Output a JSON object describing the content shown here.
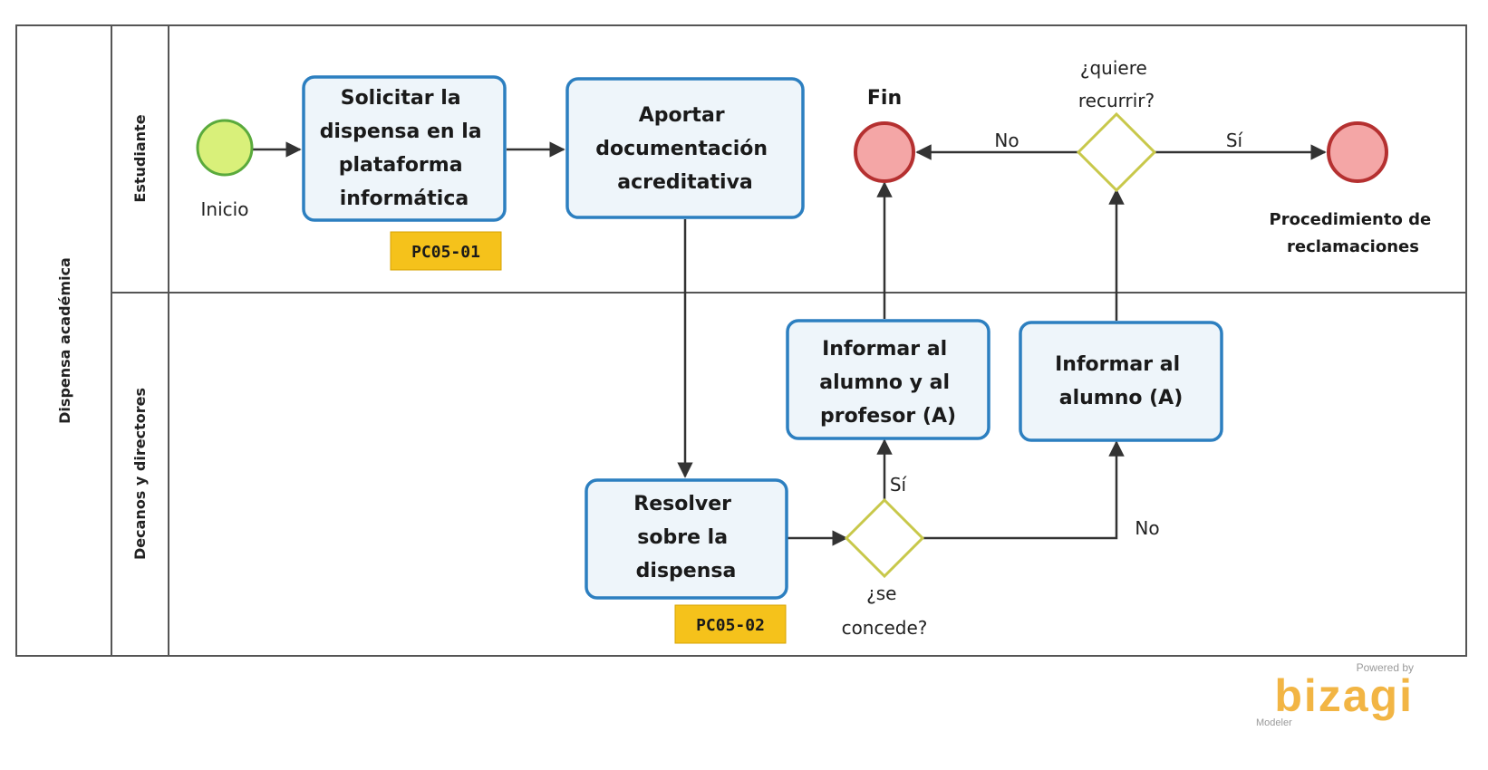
{
  "pool": {
    "label": "Dispensa académica"
  },
  "lanes": [
    {
      "label": "Estudiante"
    },
    {
      "label": "Decanos y directores"
    }
  ],
  "events": {
    "start": {
      "label": "Inicio"
    },
    "end_main": {
      "label": "Fin"
    },
    "end_claims": {
      "label": [
        "Procedimiento de",
        "reclamaciones"
      ]
    }
  },
  "tasks": {
    "solicitar": {
      "lines": [
        "Solicitar la",
        "dispensa en la",
        "plataforma",
        "informática"
      ],
      "ref": "PC05-01"
    },
    "aportar": {
      "lines": [
        "Aportar",
        "documentación",
        "acreditativa"
      ]
    },
    "resolver": {
      "lines": [
        "Resolver",
        "sobre la",
        "dispensa"
      ],
      "ref": "PC05-02"
    },
    "informar_ambos": {
      "lines": [
        "Informar al",
        "alumno y al",
        "profesor (A)"
      ]
    },
    "informar_alumno": {
      "lines": [
        "Informar al",
        "alumno (A)"
      ]
    }
  },
  "gateways": {
    "recurrir": {
      "question": [
        "¿quiere",
        "recurrir?"
      ]
    },
    "concede": {
      "question": [
        "¿se",
        "concede?"
      ]
    }
  },
  "flow_labels": {
    "recurrir_no": "No",
    "recurrir_si": "Sí",
    "concede_si": "Sí",
    "concede_no": "No"
  },
  "watermark": {
    "powered_by": "Powered by",
    "brand": "bizagi",
    "product": "Modeler"
  },
  "colors": {
    "task_border": "#2c7fc0",
    "task_fill": "#eef5fa",
    "start_fill": "#d9f07a",
    "end_fill": "#f4a6a6",
    "end_border": "#b53030",
    "gateway_border": "#c8c84a",
    "ref_fill": "#f5c21b",
    "brand": "#f2b544"
  }
}
